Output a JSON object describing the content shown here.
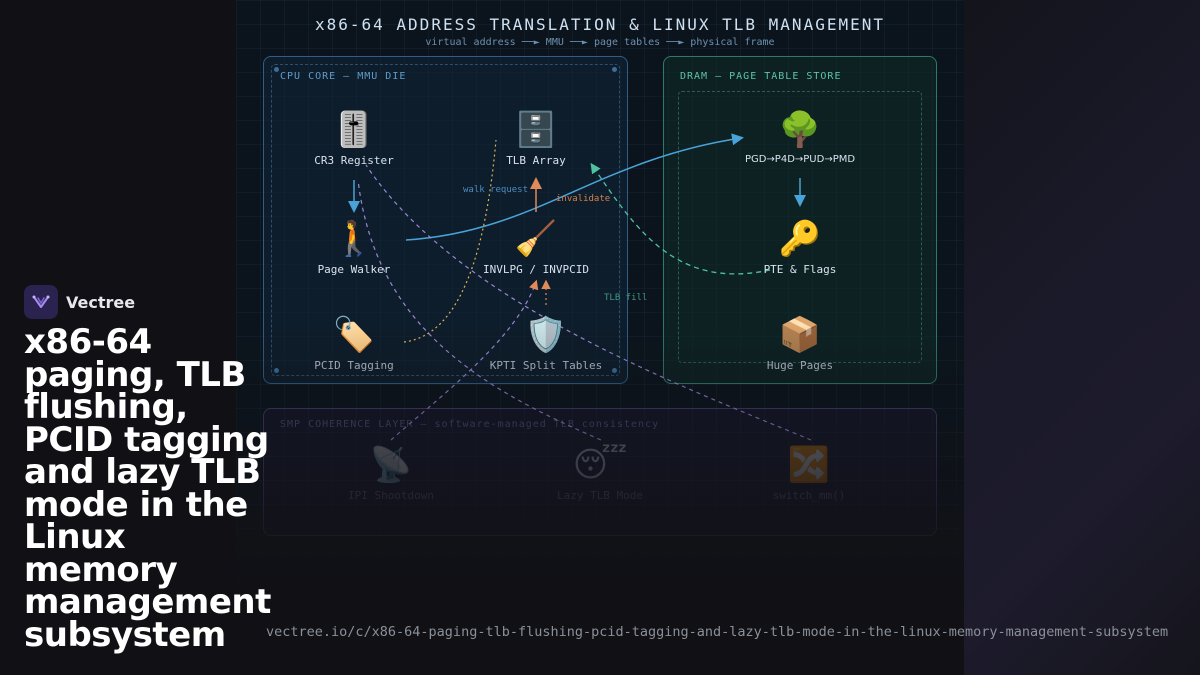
{
  "diagram": {
    "title": "x86-64 ADDRESS TRANSLATION & LINUX TLB MANAGEMENT",
    "subtitle": "virtual address ──► MMU ──► page tables ──► physical frame",
    "panels": {
      "cpu": "CPU CORE — MMU DIE",
      "dram": "DRAM — PAGE TABLE STORE",
      "smp": "SMP COHERENCE LAYER — software-managed TLB consistency"
    },
    "nodes": {
      "cr3": {
        "icon": "🎚️",
        "label": "CR3 Register"
      },
      "tlb": {
        "icon": "🗄️",
        "label": "TLB Array"
      },
      "pgd": {
        "icon": "🌳",
        "label": "PGD→P4D→PUD→PMD"
      },
      "walker": {
        "icon": "🚶",
        "label": "Page Walker"
      },
      "invlpg": {
        "icon": "🧹",
        "label": "INVLPG / INVPCID"
      },
      "pte": {
        "icon": "🔑",
        "label": "PTE & Flags"
      },
      "pcid": {
        "icon": "🏷️",
        "label": "PCID Tagging"
      },
      "kpti": {
        "icon": "🛡️",
        "label": "KPTI Split Tables"
      },
      "huge": {
        "icon": "📦",
        "label": "Huge Pages"
      },
      "ipi": {
        "icon": "📡",
        "label": "IPI Shootdown"
      },
      "lazy": {
        "icon": "😴",
        "label": "Lazy TLB Mode"
      },
      "switch": {
        "icon": "🔀",
        "label": "switch_mm()"
      }
    },
    "edge_labels": {
      "walk_request": "walk request",
      "invalidate": "invalidate",
      "tlb_fill": "TLB fill"
    },
    "colors": {
      "cpu_border": "#2f5f87",
      "dram_border": "#2e7a68",
      "smp_border": "#4a3a72",
      "walk": "#4aa3d8",
      "invalidate": "#e08a5a",
      "fill": "#4fc2a0",
      "pcid": "#d9b45a",
      "smp": "#9a86d6"
    }
  },
  "brand": {
    "name": "Vectree"
  },
  "headline": "x86-64 paging, TLB flushing, PCID tagging and lazy TLB mode in the Linux memory management subsystem",
  "url": "vectree.io/c/x86-64-paging-tlb-flushing-pcid-tagging-and-lazy-tlb-mode-in-the-linux-memory-management-subsystem"
}
